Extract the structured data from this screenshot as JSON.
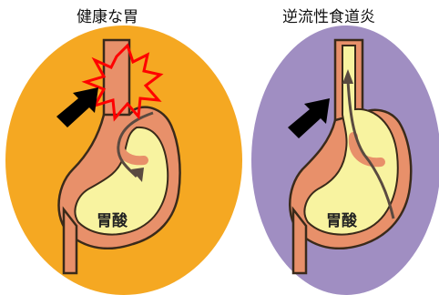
{
  "panels": {
    "left": {
      "title": "健康な胃",
      "acid_label": "胃酸",
      "background_color": "#f5a822"
    },
    "right": {
      "title": "逆流性食道炎",
      "acid_label": "胃酸",
      "background_color": "#a08ec2"
    }
  },
  "colors": {
    "stomach_wall": "#e8906a",
    "stomach_inner": "#f8f3a0",
    "outline": "#3a2a1a",
    "pain_burst": "#ff0000",
    "arrow": "#000000"
  },
  "icons": {
    "pressure_arrow": "black-arrow-icon",
    "pain": "pain-burst-icon",
    "flow": "flow-arrow-icon"
  }
}
